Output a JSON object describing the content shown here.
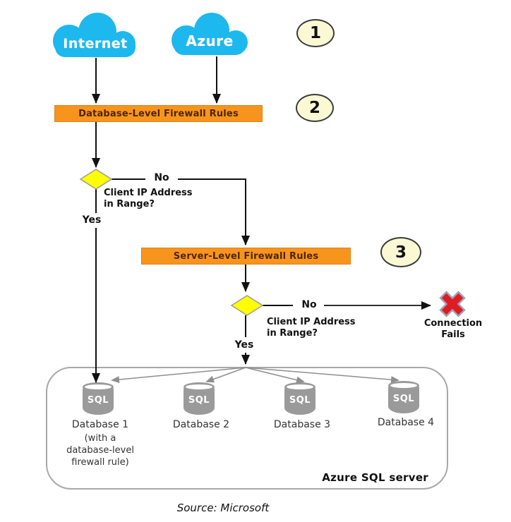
{
  "clouds": {
    "internet": "Internet",
    "azure": "Azure"
  },
  "step_badges": [
    "1",
    "2",
    "3"
  ],
  "firewall_boxes": {
    "database_level": "Database-Level Firewall Rules",
    "server_level": "Server-Level Firewall Rules"
  },
  "decisions": [
    {
      "no_label": "No",
      "yes_label": "Yes",
      "question_line1": "Client IP Address",
      "question_line2": "in Range?"
    },
    {
      "no_label": "No",
      "yes_label": "Yes",
      "question_line1": "Client IP Address",
      "question_line2": "in Range?"
    }
  ],
  "failure": {
    "line1": "Connection",
    "line2": "Fails"
  },
  "server_group": {
    "label": "Azure SQL server",
    "databases": [
      {
        "icon_text": "SQL",
        "name": "Database 1",
        "note_lines": [
          "(with a",
          "database-level",
          "firewall rule)"
        ]
      },
      {
        "icon_text": "SQL",
        "name": "Database 2"
      },
      {
        "icon_text": "SQL",
        "name": "Database 3"
      },
      {
        "icon_text": "SQL",
        "name": "Database 4"
      }
    ]
  },
  "caption": "Source: Microsoft",
  "colors": {
    "cloud_blue": "#1CB8EE",
    "firewall_orange": "#F7941D",
    "decision_yellow": "#FFFF00",
    "badge_cream": "#FAF9D4",
    "fail_red": "#E11B24",
    "cylinder_gray": "#9A9A9A"
  }
}
